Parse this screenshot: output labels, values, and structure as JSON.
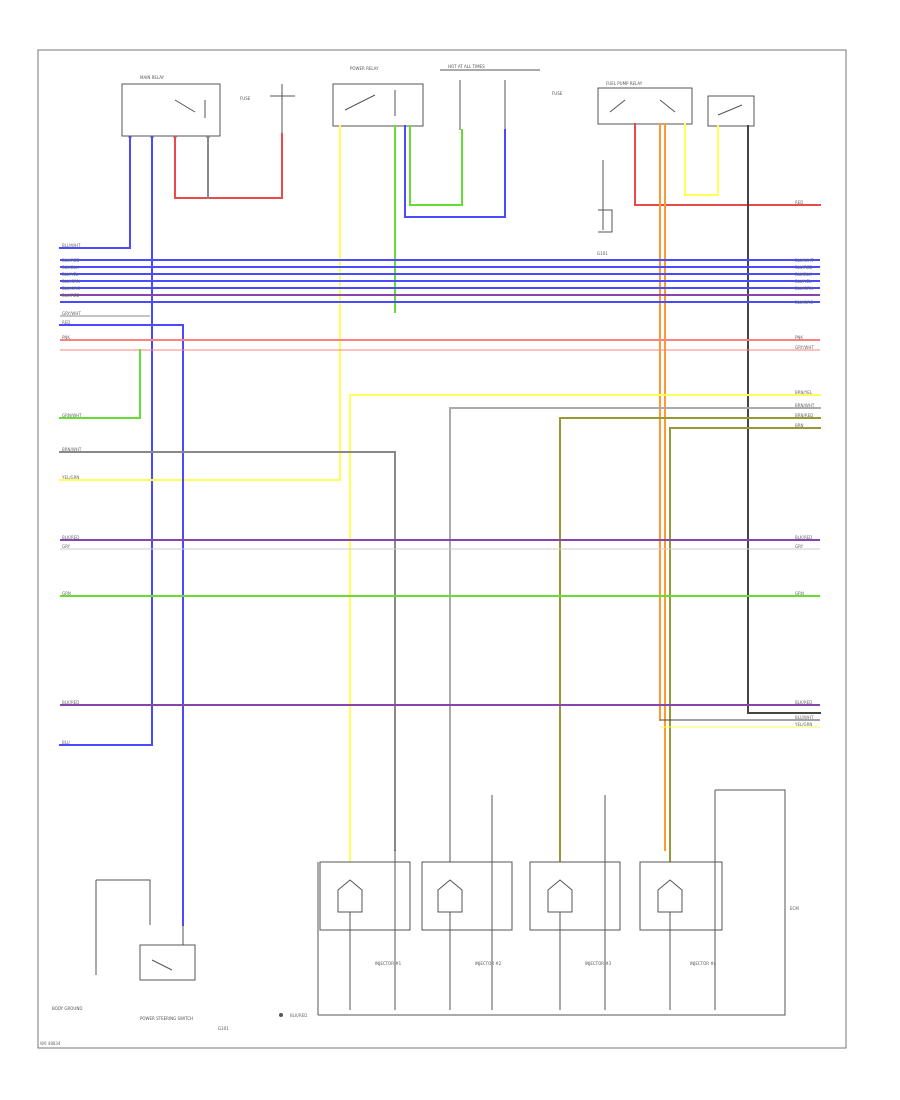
{
  "diagram": {
    "footer_code": "W0 48834",
    "components": [
      {
        "id": "main-relay",
        "label": "MAIN RELAY",
        "sublabel": ""
      },
      {
        "id": "fuse-block-1",
        "label": "FUSE",
        "sublabel": ""
      },
      {
        "id": "power-relay",
        "label": "POWER RELAY",
        "sublabel": ""
      },
      {
        "id": "fuse-10a",
        "label": "HOT AT ALL TIMES",
        "sublabel": ""
      },
      {
        "id": "fuse-panel",
        "label": "FUSE",
        "sublabel": ""
      },
      {
        "id": "fuel-pump-relay",
        "label": "FUEL PUMP RELAY",
        "sublabel": ""
      },
      {
        "id": "eyelet",
        "label": "G101",
        "sublabel": ""
      },
      {
        "id": "injector-1",
        "label": "INJECTOR #1",
        "sublabel": ""
      },
      {
        "id": "injector-2",
        "label": "INJECTOR #2",
        "sublabel": ""
      },
      {
        "id": "injector-3",
        "label": "INJECTOR #3",
        "sublabel": ""
      },
      {
        "id": "injector-4",
        "label": "INJECTOR #4",
        "sublabel": ""
      },
      {
        "id": "ecm",
        "label": "ECM",
        "sublabel": ""
      },
      {
        "id": "ground-note",
        "label": "BODY GROUND",
        "sublabel": ""
      },
      {
        "id": "power-steering-switch",
        "label": "POWER STEERING SWITCH",
        "sublabel": ""
      },
      {
        "id": "ground-bottom",
        "label": "G101",
        "sublabel": ""
      }
    ],
    "wire_labels_left": [
      "BLU/WHT",
      "BLU/RED",
      "BLU/BLK",
      "BLU/YEL",
      "BLU/GRN",
      "BLU/ORG",
      "BLU/RED",
      "GRY/WHT",
      "RED",
      "PNK",
      "GRN/WHT",
      "BRN/WHT",
      "YEL/GRN",
      "BLK/RED",
      "GRY",
      "GRN",
      "BLK/RED",
      "BLU"
    ],
    "wire_labels_right": [
      "RED",
      "BLU/WHT",
      "BLU/RED",
      "BLU/BLK",
      "BLU/YEL",
      "BLU/GRN",
      "BLU/ORG",
      "PNK",
      "GRY/WHT",
      "BRN/YEL",
      "BRN/WHT",
      "BRN/RED",
      "BRN",
      "BLK/RED",
      "GRY",
      "GRN",
      "BLK/RED",
      "BLU/WHT",
      "YEL/GRN"
    ],
    "bottom_labels": [
      "BLK/RED"
    ],
    "colors": {
      "blue": "#4a4aff",
      "blue_dark": "#3a3af0",
      "red": "#e84a4a",
      "pink": "#ff8080",
      "green": "#66dd33",
      "yellow": "#ffff55",
      "orange": "#ff9933",
      "olive": "#999933",
      "grey": "#888888",
      "purple": "#8844aa",
      "black": "#444444"
    }
  }
}
